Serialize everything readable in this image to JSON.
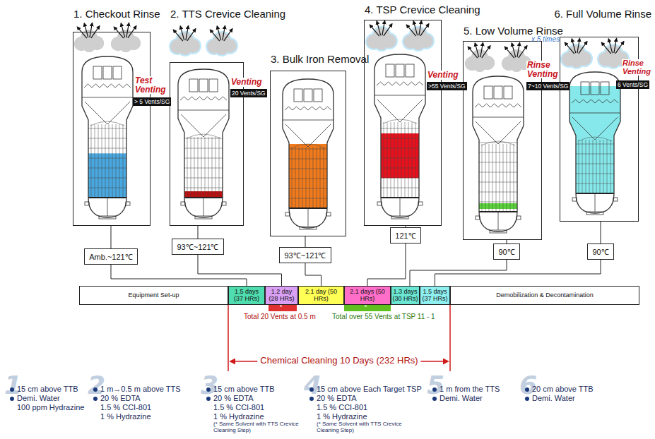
{
  "diagram": {
    "nodes": [
      {
        "text": [
          "1. Checkout Rinse"
        ]
      },
      {
        "text": [
          "2. TTS Crevice Cleaning"
        ]
      },
      {
        "text": [
          "3. Bulk Iron Removal"
        ]
      },
      {
        "text": [
          "4. TSP Crevice Cleaning"
        ]
      },
      {
        "text": [
          "5. Low Volume Rinse"
        ]
      },
      {
        "text": [
          "6. Full Volume Rinse"
        ]
      },
      {
        "text": [
          "Amb.~121℃"
        ]
      },
      {
        "text": [
          "93℃~121℃"
        ]
      },
      {
        "text": [
          "93℃~121℃"
        ]
      },
      {
        "text": [
          "121℃"
        ]
      },
      {
        "text": [
          "90℃"
        ]
      },
      {
        "text": [
          "90℃"
        ]
      },
      {
        "text": [
          "Equipment Set-up"
        ]
      },
      {
        "text": [
          "1.5 days (37 HRs)"
        ]
      },
      {
        "text": [
          "1.2 day (28 HRs)"
        ]
      },
      {
        "text": [
          "2.1 day (50 HRs)"
        ]
      },
      {
        "text": [
          "2.1 days (50 HRs)"
        ]
      },
      {
        "text": [
          "1.3 days (30 HRs)"
        ]
      },
      {
        "text": [
          "1.5 days (37 HRs)"
        ]
      },
      {
        "text": [
          "Demobilization & Decontamination"
        ]
      }
    ],
    "edges": [
      {
        "from": 0,
        "to": 6,
        "arrow": "none"
      },
      {
        "from": 1,
        "to": 7,
        "arrow": "none"
      },
      {
        "from": 2,
        "to": 8,
        "arrow": "none"
      },
      {
        "from": 3,
        "to": 9,
        "arrow": "none"
      },
      {
        "from": 4,
        "to": 10,
        "arrow": "none"
      },
      {
        "from": 5,
        "to": 11,
        "arrow": "none"
      },
      {
        "from": 6,
        "to": 13,
        "arrow": "none"
      },
      {
        "from": 7,
        "to": 14,
        "arrow": "none"
      },
      {
        "from": 8,
        "to": 15,
        "arrow": "none"
      },
      {
        "from": 9,
        "to": 16,
        "arrow": "none"
      },
      {
        "from": 10,
        "to": 17,
        "arrow": "none"
      },
      {
        "from": 11,
        "to": 18,
        "arrow": "none"
      }
    ],
    "labels": [
      "Test Venting",
      "> 5 Vents/SG",
      "Venting",
      "20 Vents/SG",
      "Venting",
      ">55 Vents/SG",
      "x 5 times",
      "Rinse Venting",
      "7~10 Vents/SG",
      "Rinse Venting",
      "6 Vents/SG",
      "*",
      "Total 20 Vents at 0.5 m",
      "*",
      "Total over 55 Vents at TSP 11 - 1",
      "Chemical Cleaning 10 Days (232 HRs)",
      "1",
      "15 cm above TTB",
      "Demi. Water",
      "100 ppm Hydrazine",
      "2",
      "1 m→0.5 m above TTS",
      "20 % EDTA",
      "1.5 % CCI-801",
      "1 % Hydrazine",
      "3",
      "15 cm above TTB",
      "20 % EDTA",
      "1.5 % CCI-801",
      "1 % Hydrazine",
      "(* Same Solvent with TTS Crevice Cleaning Step)",
      "4",
      "15 cm above Each Target TSP",
      "20 % EDTA",
      "1.5 % CCI-801",
      "1 % Hydrazine",
      "(* Same Solvent with TTS Crevice Cleaning Step)",
      "5",
      "1 m from the TTS",
      "Demi. Water",
      "6",
      "20 cm above TTB",
      "Demi. Water"
    ]
  }
}
